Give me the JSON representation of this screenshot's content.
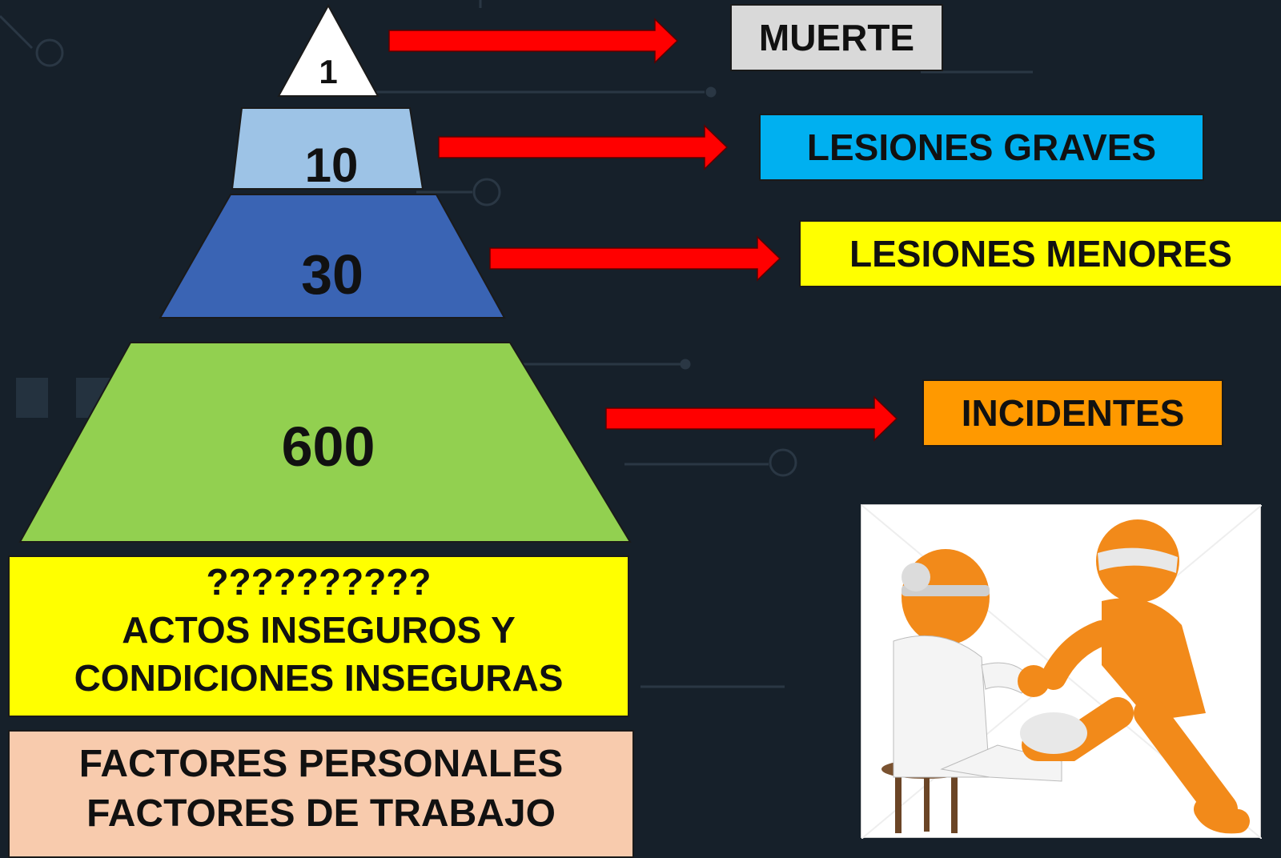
{
  "pyramid": {
    "tiers": [
      {
        "value": "1",
        "label": "MUERTE",
        "fill": "#ffffff",
        "label_bg": "#d9d9d9"
      },
      {
        "value": "10",
        "label": "LESIONES GRAVES",
        "fill": "#9dc3e6",
        "label_bg": "#00b0f0"
      },
      {
        "value": "30",
        "label": "LESIONES MENORES",
        "fill": "#3a64b4",
        "label_bg": "#ffff00"
      },
      {
        "value": "600",
        "label": "INCIDENTES",
        "fill": "#92d050",
        "label_bg": "#ff9900"
      }
    ],
    "arrow_color": "#ff0000"
  },
  "base": {
    "causes": {
      "line1": "??????????",
      "line2": "ACTOS INSEGUROS Y",
      "line3": "CONDICIONES INSEGURAS",
      "bg": "#ffff00"
    },
    "factors": {
      "line1": "FACTORES PERSONALES",
      "line2": "FACTORES DE TRABAJO",
      "bg": "#f8cbad"
    }
  },
  "illustration": {
    "icon": "first-aid-figures-icon"
  },
  "background": "#16202a"
}
